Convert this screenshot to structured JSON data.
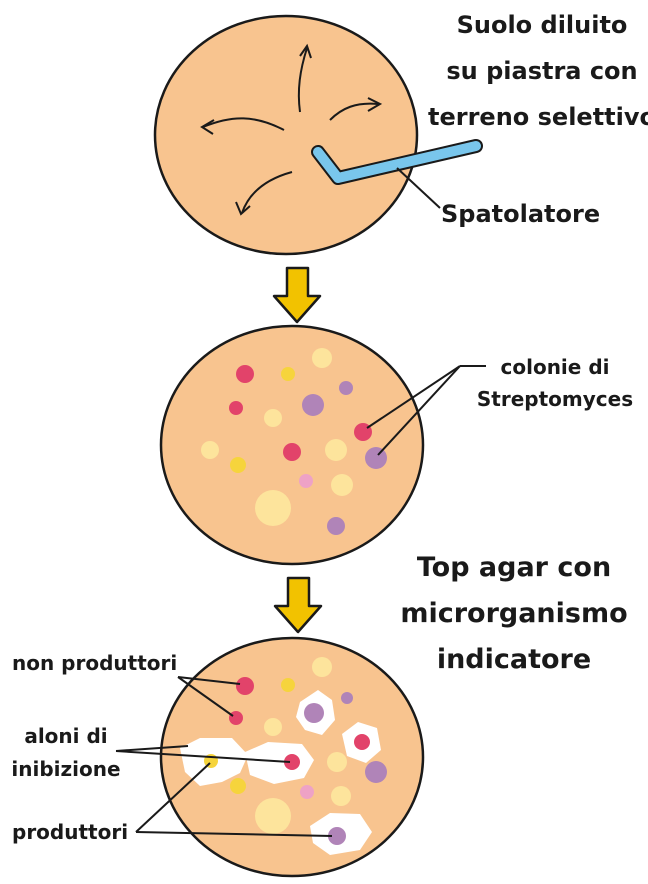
{
  "labels": {
    "top_line1": "Suolo diluito",
    "top_line2": "su piastra con",
    "top_line3": "terreno selettivo",
    "spreader": "Spatolatore",
    "colonies_line1": "colonie di",
    "colonies_line2": "Streptomyces",
    "topagar_line1": "Top agar con",
    "topagar_line2": "microrganismo",
    "topagar_line3": "indicatore",
    "non_producers": "non produttori",
    "halos_line1": "aloni di",
    "halos_line2": "inibizione",
    "producers": "produttori"
  },
  "colors": {
    "plate_fill": "#f8c48f",
    "plate_stroke": "#1a1a1a",
    "spreader": "#79c6ec",
    "arrow": "#f2c200",
    "colony_red": "#e2436a",
    "colony_purple": "#b084b8",
    "colony_yellow": "#f6d43c",
    "colony_pale": "#fde49c",
    "colony_pink": "#eea2c6",
    "halo": "#ffffff"
  },
  "icons": {
    "down_arrow": "down-arrow-icon",
    "spreader": "spreader-icon"
  }
}
